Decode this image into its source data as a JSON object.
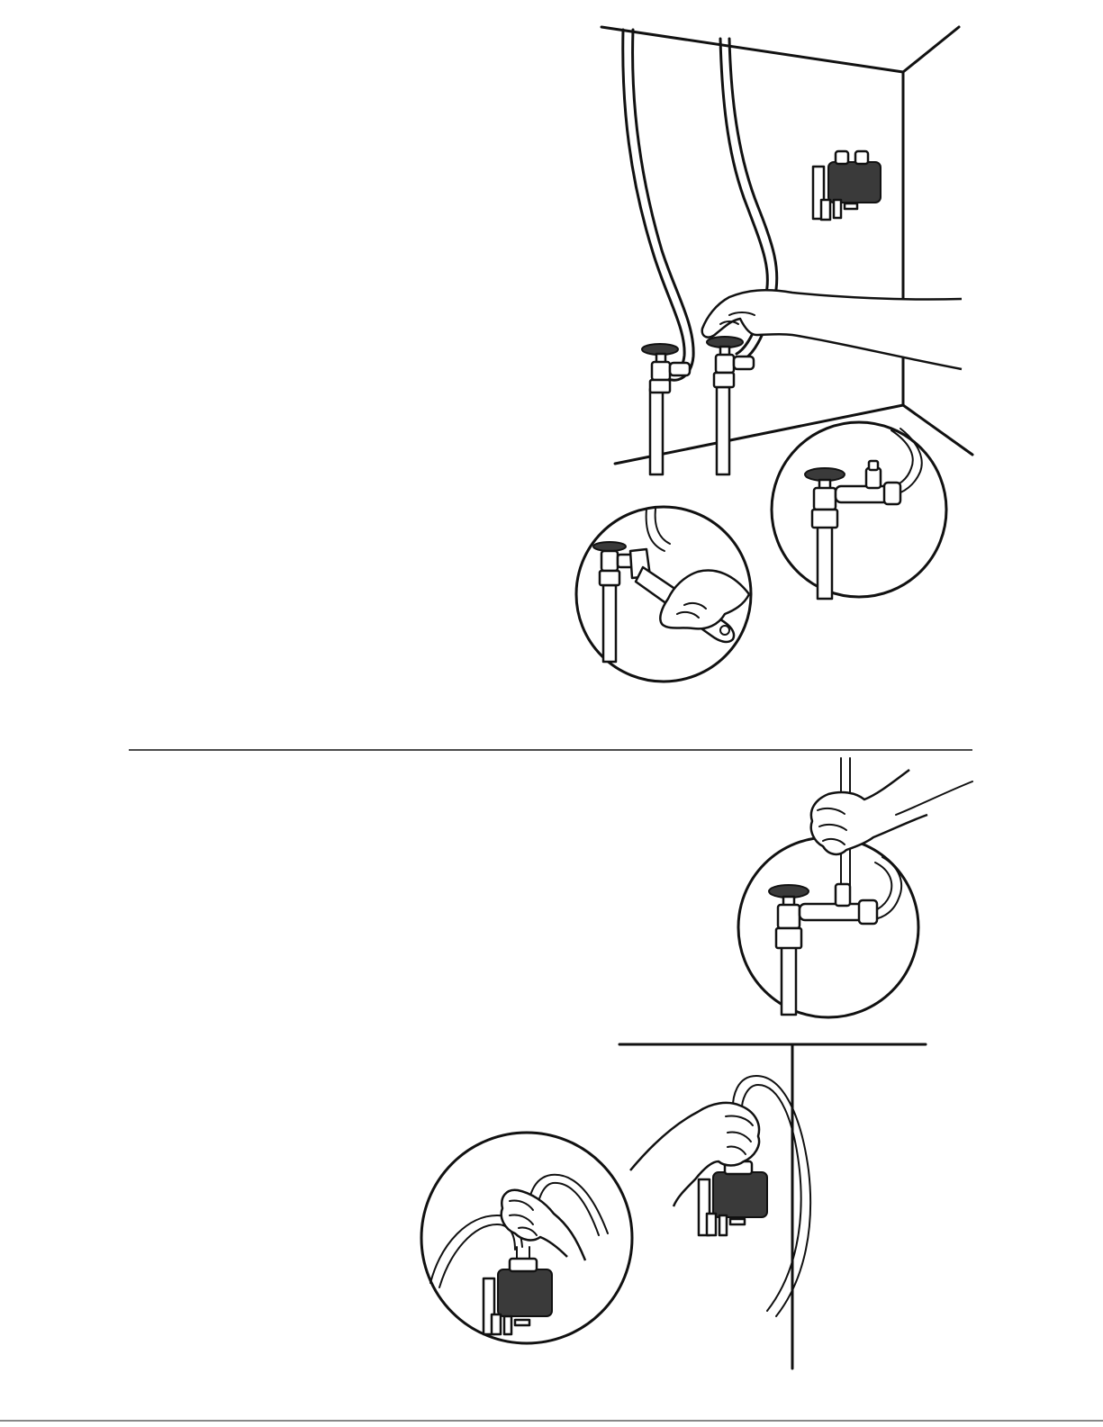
{
  "page": {
    "background": "#ffffff",
    "ink_color": "#111111"
  },
  "figures": [
    {
      "id": "shutoff-valves",
      "icons": [
        "wall-corner",
        "water-supply-pipes",
        "shutoff-valve-icon",
        "hand-icon",
        "water-valve-unit-icon"
      ]
    },
    {
      "id": "wrench-inset",
      "icons": [
        "wrench-icon",
        "hand-icon",
        "shutoff-valve-icon"
      ]
    },
    {
      "id": "valve-tee-inset",
      "icons": [
        "shutoff-valve-icon",
        "tee-fitting-icon"
      ]
    },
    {
      "id": "tubing-to-valve",
      "icons": [
        "hand-icon",
        "tubing-icon",
        "tee-fitting-icon"
      ]
    },
    {
      "id": "tubing-to-water-valve",
      "icons": [
        "hand-icon",
        "tubing-icon",
        "water-valve-unit-icon"
      ]
    },
    {
      "id": "water-valve-inset",
      "icons": [
        "hand-icon",
        "tubing-icon",
        "water-valve-unit-icon"
      ]
    }
  ]
}
